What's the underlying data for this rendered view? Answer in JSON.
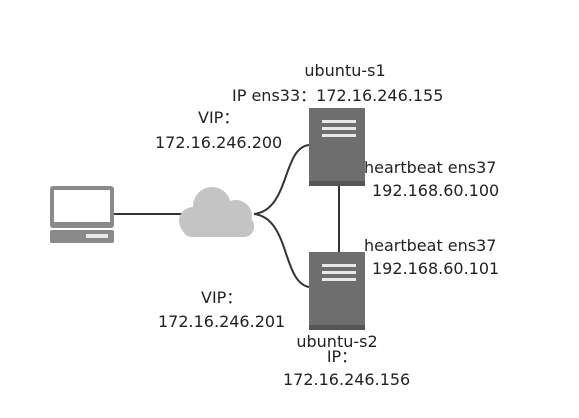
{
  "server1": {
    "name": "ubuntu-s1",
    "ip_line": "IP ens33：172.16.246.155",
    "hb_label": "heartbeat  ens37",
    "hb_ip": "192.168.60.100"
  },
  "server2": {
    "name": "ubuntu-s2",
    "ip_label": "IP：",
    "ip_value": "172.16.246.156",
    "hb_label": "heartbeat  ens37",
    "hb_ip": "192.168.60.101"
  },
  "vip1": {
    "label": "VIP：",
    "value": "172.16.246.200"
  },
  "vip2": {
    "label": "VIP：",
    "value": "172.16.246.201"
  },
  "icons": {
    "client": "laptop-icon",
    "network": "cloud-icon",
    "server": "server-icon"
  },
  "colors": {
    "server_body": "#6e6e6e",
    "server_bar": "#e8e8e8",
    "laptop_frame": "#8a8a8a",
    "laptop_screen": "#ffffff",
    "cloud": "#c4c4c4",
    "line": "#333333",
    "text": "#222222"
  }
}
